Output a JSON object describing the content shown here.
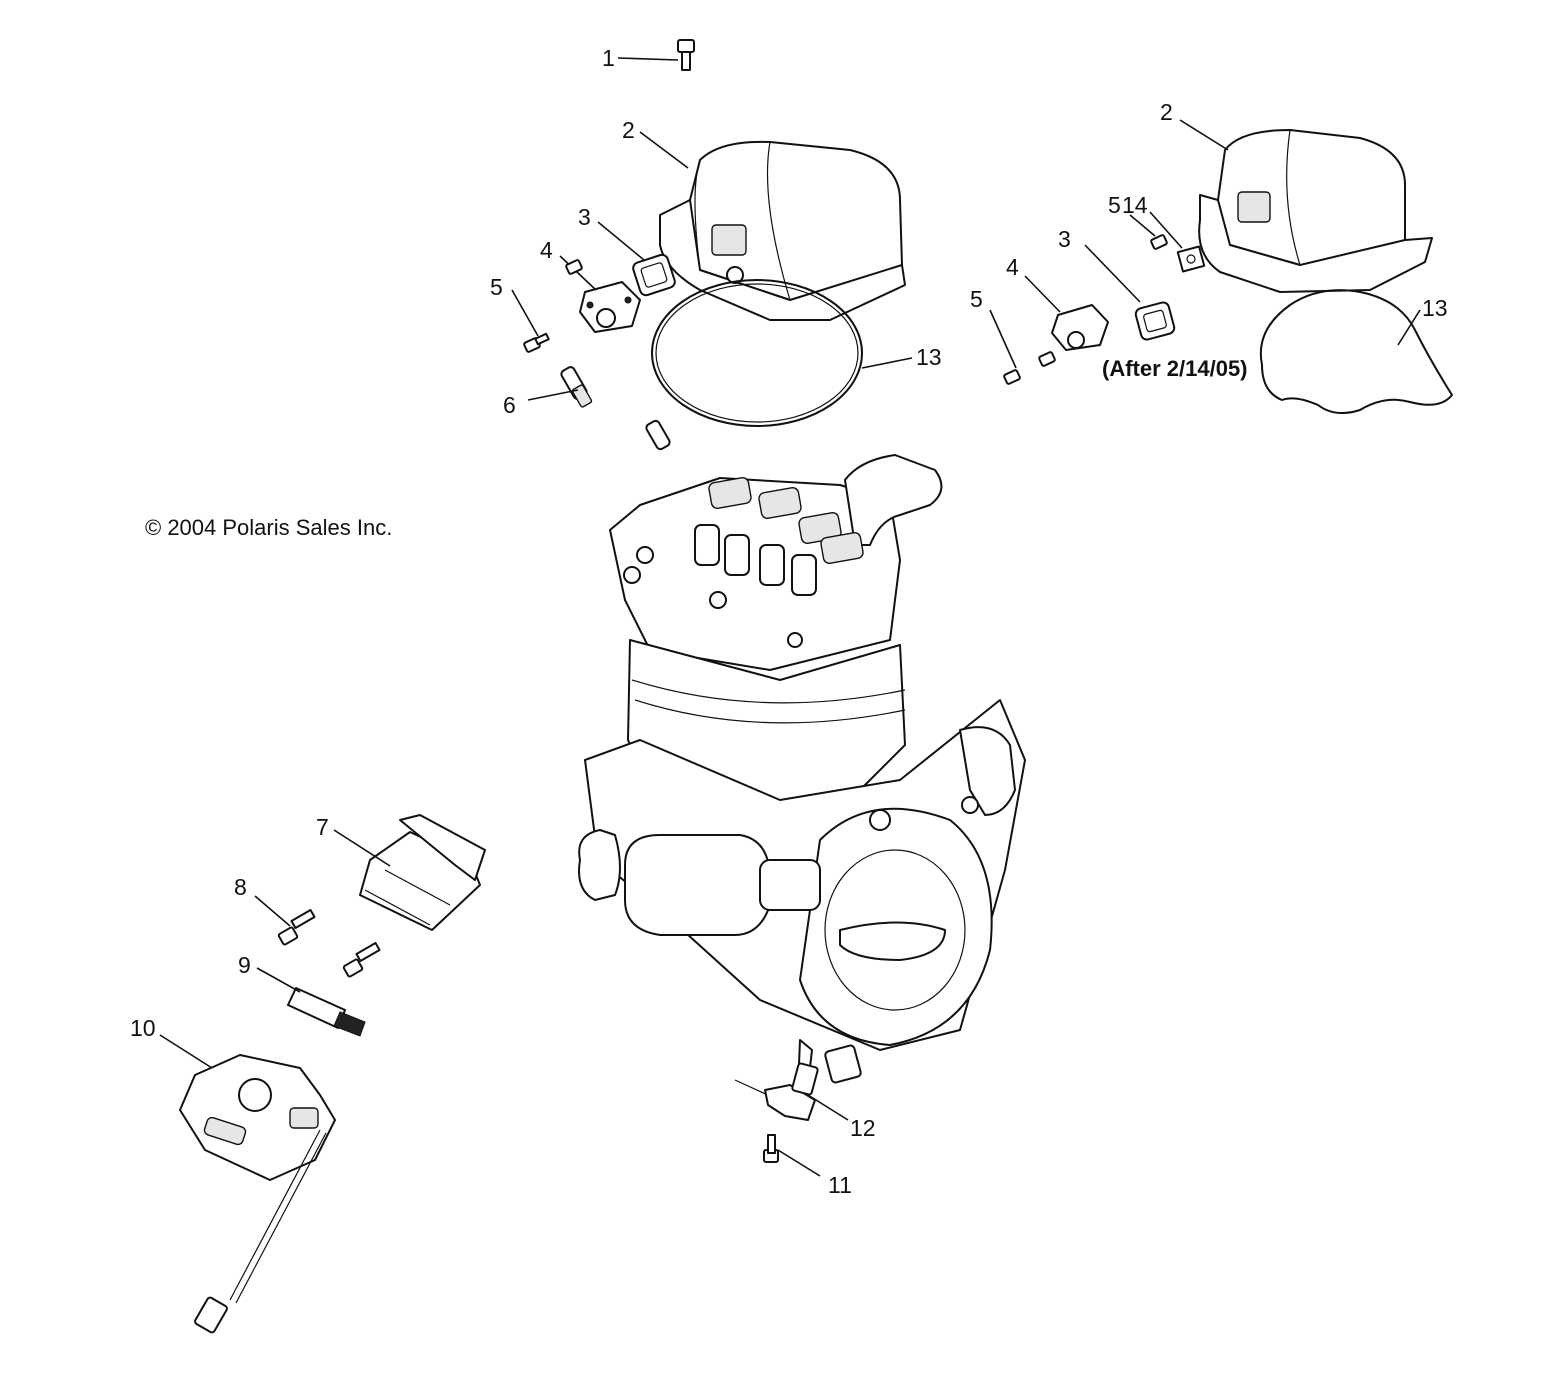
{
  "copyright": "© 2004 Polaris Sales Inc.",
  "revision_note": "(After 2/14/05)",
  "callouts": {
    "c1": "1",
    "c2a": "2",
    "c2b": "2",
    "c3a": "3",
    "c3b": "3",
    "c4a": "4",
    "c4b": "4",
    "c5a": "5",
    "c5b": "5",
    "c5c": "5",
    "c6": "6",
    "c7": "7",
    "c8": "8",
    "c9": "9",
    "c10": "10",
    "c11": "11",
    "c12": "12",
    "c13a": "13",
    "c13b": "13",
    "c14": "14"
  }
}
